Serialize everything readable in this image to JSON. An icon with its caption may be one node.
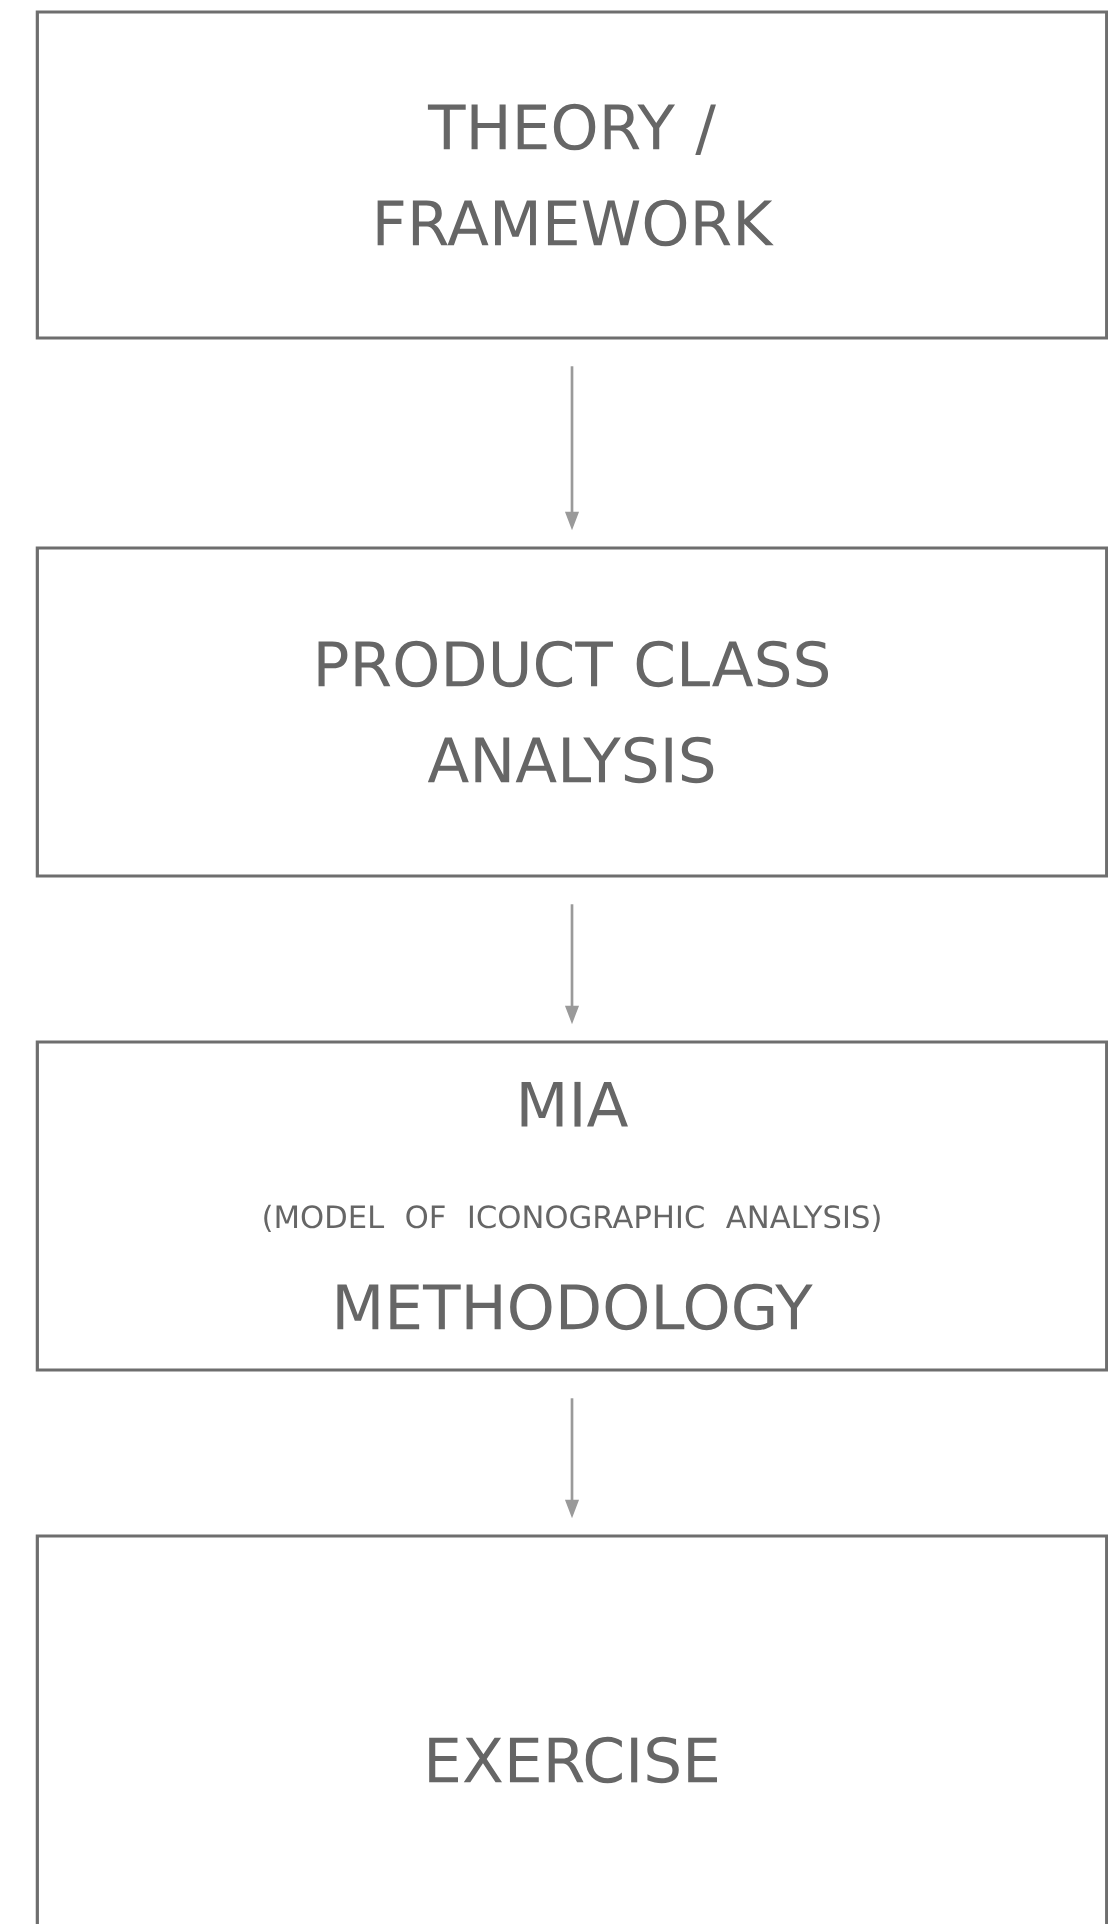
{
  "diagram": {
    "nodes": [
      {
        "text": [
          "THEORY / FRAMEWORK"
        ]
      },
      {
        "text": [
          "PRODUCT CLASS ANALYSIS"
        ]
      },
      {
        "text": [
          "MIA",
          "(MODEL OF ICONOGRAPHIC ANALYSIS)",
          "METHODOLOGY"
        ]
      },
      {
        "text": [
          "EXERCISE"
        ]
      }
    ],
    "edges": [
      {
        "from": 0,
        "to": 1,
        "arrow": "to"
      },
      {
        "from": 1,
        "to": 2,
        "arrow": "to"
      },
      {
        "from": 2,
        "to": 3,
        "arrow": "to"
      }
    ]
  }
}
